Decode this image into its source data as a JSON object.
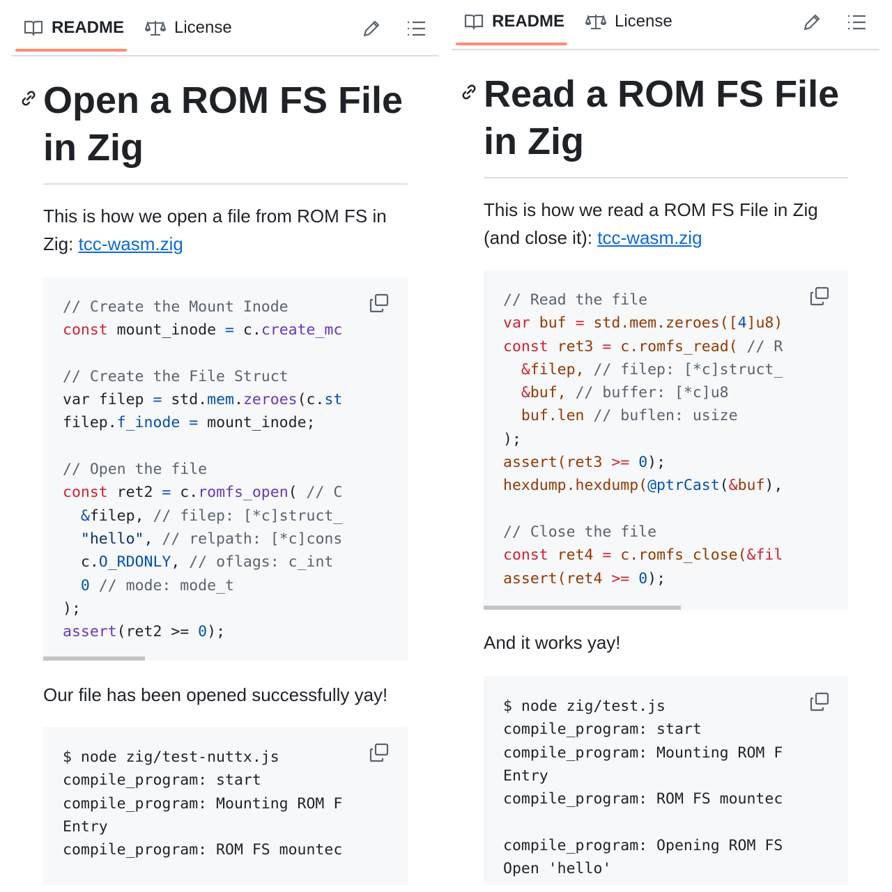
{
  "panels": [
    {
      "tabs": {
        "readme": "README",
        "license": "License"
      },
      "title": "Open a ROM FS File in Zig",
      "intro_text": "This is how we open a file from ROM FS in Zig: ",
      "intro_link": "tcc-wasm.zig",
      "code1": [
        [
          [
            "// Create the Mount Inode",
            "cm"
          ]
        ],
        [
          [
            "const",
            "kw"
          ],
          [
            " mount_inode ",
            "tx"
          ],
          [
            "=",
            "pr"
          ],
          [
            " c.",
            "tx"
          ],
          [
            "create_mc",
            "fn"
          ]
        ],
        [],
        [
          [
            "// Create the File Struct",
            "cm"
          ]
        ],
        [
          [
            "var filep ",
            "tx"
          ],
          [
            "=",
            "pr"
          ],
          [
            " std.",
            "tx"
          ],
          [
            "mem",
            "pr"
          ],
          [
            ".",
            "tx"
          ],
          [
            "zeroes",
            "fn"
          ],
          [
            "(c.",
            "tx"
          ],
          [
            "st",
            "pr"
          ]
        ],
        [
          [
            "filep.",
            "tx"
          ],
          [
            "f_inode",
            "pr"
          ],
          [
            " ",
            "tx"
          ],
          [
            "=",
            "pr"
          ],
          [
            " mount_inode;",
            "tx"
          ]
        ],
        [],
        [
          [
            "// Open the file",
            "cm"
          ]
        ],
        [
          [
            "const",
            "kw"
          ],
          [
            " ret2 ",
            "tx"
          ],
          [
            "=",
            "pr"
          ],
          [
            " c.",
            "tx"
          ],
          [
            "romfs_open",
            "fn"
          ],
          [
            "( ",
            "tx"
          ],
          [
            "// C",
            "cm"
          ]
        ],
        [
          [
            "  ",
            "tx"
          ],
          [
            "&",
            "pr"
          ],
          [
            "filep, ",
            "tx"
          ],
          [
            "// filep: [*c]struct_",
            "cm"
          ]
        ],
        [
          [
            "  ",
            "tx"
          ],
          [
            "\"hello\"",
            "st"
          ],
          [
            ", ",
            "tx"
          ],
          [
            "// relpath: [*c]cons",
            "cm"
          ]
        ],
        [
          [
            "  c.",
            "tx"
          ],
          [
            "O_RDONLY",
            "pr"
          ],
          [
            ", ",
            "tx"
          ],
          [
            "// oflags: c_int",
            "cm"
          ]
        ],
        [
          [
            "  ",
            "tx"
          ],
          [
            "0",
            "pr"
          ],
          [
            " ",
            "tx"
          ],
          [
            "// mode: mode_t",
            "cm"
          ]
        ],
        [
          [
            ");",
            "tx"
          ]
        ],
        [
          [
            "assert",
            "fn"
          ],
          [
            "(ret2 >= ",
            "tx"
          ],
          [
            "0",
            "pr"
          ],
          [
            ");",
            "tx"
          ]
        ]
      ],
      "after_text": "Our file has been opened successfully yay!",
      "code2": [
        [
          [
            "$ node zig/test-nuttx.js",
            "tx"
          ]
        ],
        [
          [
            "compile_program: start",
            "tx"
          ]
        ],
        [
          [
            "compile_program: Mounting ROM F",
            "tx"
          ]
        ],
        [
          [
            "Entry",
            "tx"
          ]
        ],
        [
          [
            "compile_program: ROM FS mountec",
            "tx"
          ]
        ]
      ]
    },
    {
      "tabs": {
        "readme": "README",
        "license": "License"
      },
      "title": "Read a ROM FS File in Zig",
      "intro_text": "This is how we read a ROM FS File in Zig (and close it): ",
      "intro_link": "tcc-wasm.zig",
      "code1": [
        [
          [
            "// Read the file",
            "cm"
          ]
        ],
        [
          [
            "var",
            "kw"
          ],
          [
            " buf ",
            "br"
          ],
          [
            "=",
            "kw"
          ],
          [
            " std.mem.zeroes([",
            "br"
          ],
          [
            "4",
            "pr"
          ],
          [
            "]u8)",
            "br"
          ]
        ],
        [
          [
            "const",
            "kw"
          ],
          [
            " ret3 ",
            "br"
          ],
          [
            "=",
            "kw"
          ],
          [
            " c.romfs_read( ",
            "br"
          ],
          [
            "// R",
            "cm"
          ]
        ],
        [
          [
            "  ",
            "tx"
          ],
          [
            "&",
            "kw"
          ],
          [
            "filep, ",
            "br"
          ],
          [
            "// filep: [*c]struct_",
            "cm"
          ]
        ],
        [
          [
            "  ",
            "tx"
          ],
          [
            "&",
            "kw"
          ],
          [
            "buf, ",
            "br"
          ],
          [
            "// buffer: [*c]u8",
            "cm"
          ]
        ],
        [
          [
            "  buf.len ",
            "br"
          ],
          [
            "// buflen: usize",
            "cm"
          ]
        ],
        [
          [
            ");",
            "tx"
          ]
        ],
        [
          [
            "assert(ret3 ",
            "br"
          ],
          [
            ">=",
            "kw"
          ],
          [
            " ",
            "tx"
          ],
          [
            "0",
            "pr"
          ],
          [
            ");",
            "tx"
          ]
        ],
        [
          [
            "hexdump.hexdump(",
            "br"
          ],
          [
            "@ptrCast",
            "pr"
          ],
          [
            "(",
            "tx"
          ],
          [
            "&",
            "kw"
          ],
          [
            "buf",
            "br"
          ],
          [
            "),",
            "tx"
          ]
        ],
        [],
        [
          [
            "// Close the file",
            "cm"
          ]
        ],
        [
          [
            "const",
            "kw"
          ],
          [
            " ret4 ",
            "br"
          ],
          [
            "=",
            "kw"
          ],
          [
            " c.romfs_close(",
            "br"
          ],
          [
            "&fil",
            "kw"
          ]
        ],
        [
          [
            "assert(ret4 ",
            "br"
          ],
          [
            ">=",
            "kw"
          ],
          [
            " ",
            "tx"
          ],
          [
            "0",
            "pr"
          ],
          [
            ");",
            "tx"
          ]
        ]
      ],
      "after_text": "And it works yay!",
      "code2": [
        [
          [
            "$ node zig/test.js",
            "tx"
          ]
        ],
        [
          [
            "compile_program: start",
            "tx"
          ]
        ],
        [
          [
            "compile_program: Mounting ROM F",
            "tx"
          ]
        ],
        [
          [
            "Entry",
            "tx"
          ]
        ],
        [
          [
            "compile_program: ROM FS mountec",
            "tx"
          ]
        ],
        [],
        [
          [
            "compile_program: Opening ROM FS",
            "tx"
          ]
        ],
        [
          [
            "Open 'hello'",
            "tx"
          ]
        ]
      ]
    }
  ],
  "colors": {
    "accent_underline": "#fd8c73",
    "link": "#0969da",
    "code_bg": "#f6f8fa"
  }
}
